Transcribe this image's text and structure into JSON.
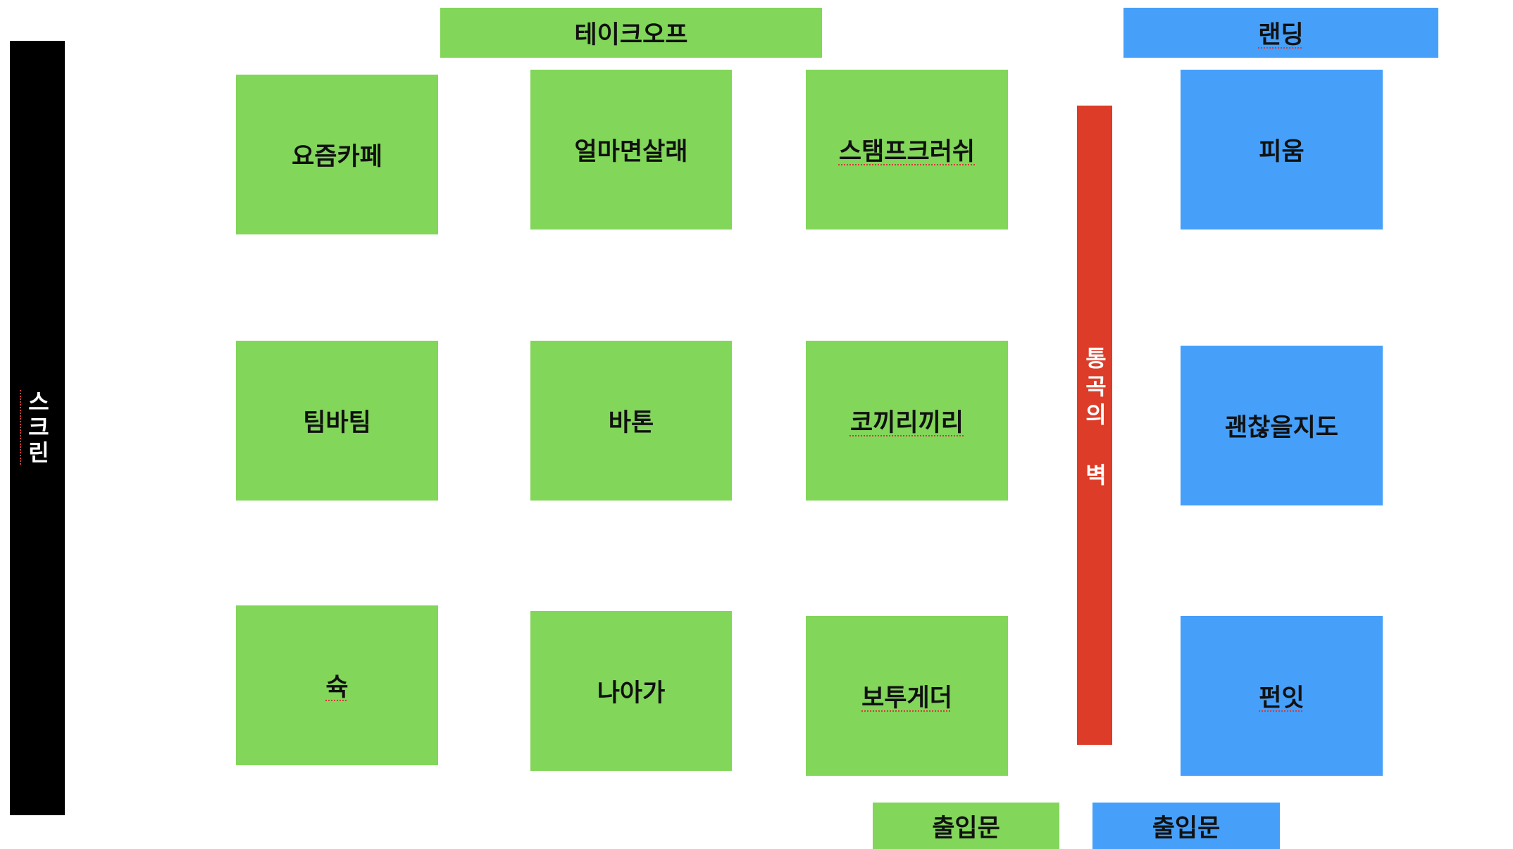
{
  "screen": {
    "label": "스크린"
  },
  "wall": {
    "label": "통곡의 벽"
  },
  "takeoff": {
    "label": "테이크오프",
    "color": "#82d65a"
  },
  "landing": {
    "label": "랜딩",
    "color": "#46a0fa"
  },
  "green_booths": [
    {
      "label": "요즘카페"
    },
    {
      "label": "얼마면살래"
    },
    {
      "label": "스탬프크러쉬"
    },
    {
      "label": "팀바팀"
    },
    {
      "label": "바톤"
    },
    {
      "label": "코끼리끼리"
    },
    {
      "label": "슉"
    },
    {
      "label": "나아가"
    },
    {
      "label": "보투게더"
    }
  ],
  "blue_booths": [
    {
      "label": "피움"
    },
    {
      "label": "괜찮을지도"
    },
    {
      "label": "펀잇"
    }
  ],
  "entrances": {
    "green": {
      "label": "출입문"
    },
    "blue": {
      "label": "출입문"
    }
  },
  "colors": {
    "green": "#82d65a",
    "blue": "#46a0fa",
    "wall": "#dc3c28",
    "screen": "#000000"
  }
}
